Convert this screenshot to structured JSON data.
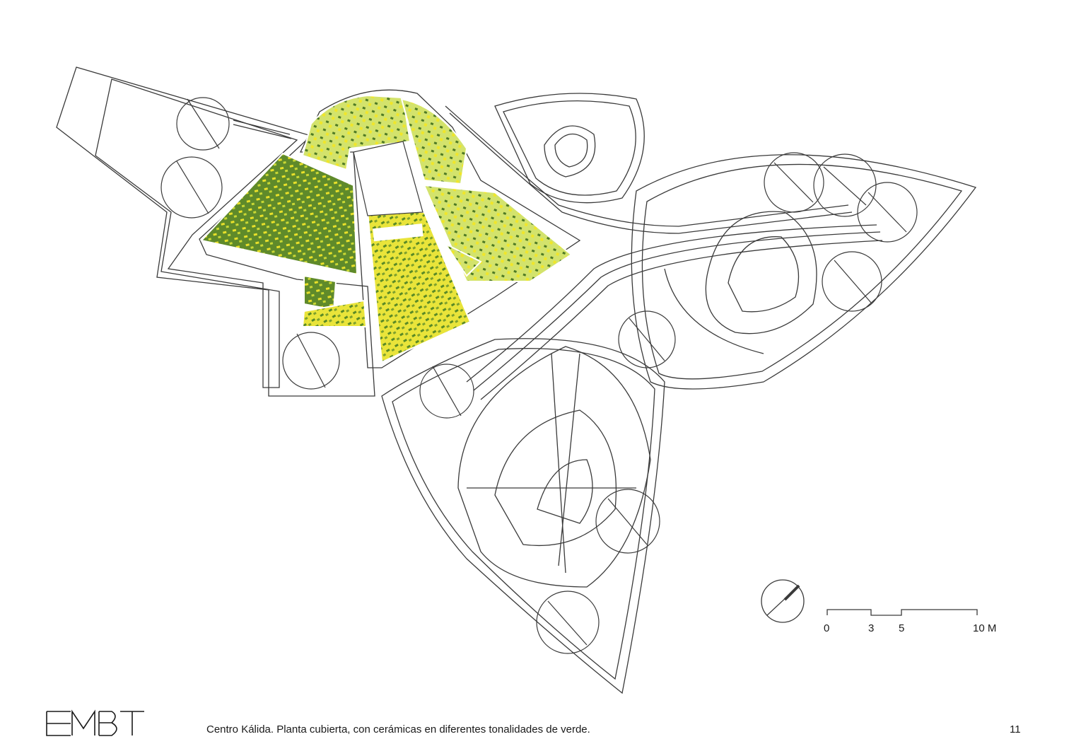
{
  "logo": {
    "text": "EMBT"
  },
  "caption": "Centro Kálida. Planta cubierta, con cerámicas en diferentes tonalidades de verde.",
  "page_number": "11",
  "scale_bar": {
    "labels": [
      "0",
      "3",
      "5",
      "10 M"
    ]
  },
  "colors": {
    "line": "#3a3a3a",
    "roof_dark_green": "#5f8a2a",
    "roof_light_green": "#cfe36a",
    "tile_yellow": "#f0e62a",
    "tile_olive": "#4f7a24"
  },
  "icons": [
    "north-arrow-icon"
  ]
}
